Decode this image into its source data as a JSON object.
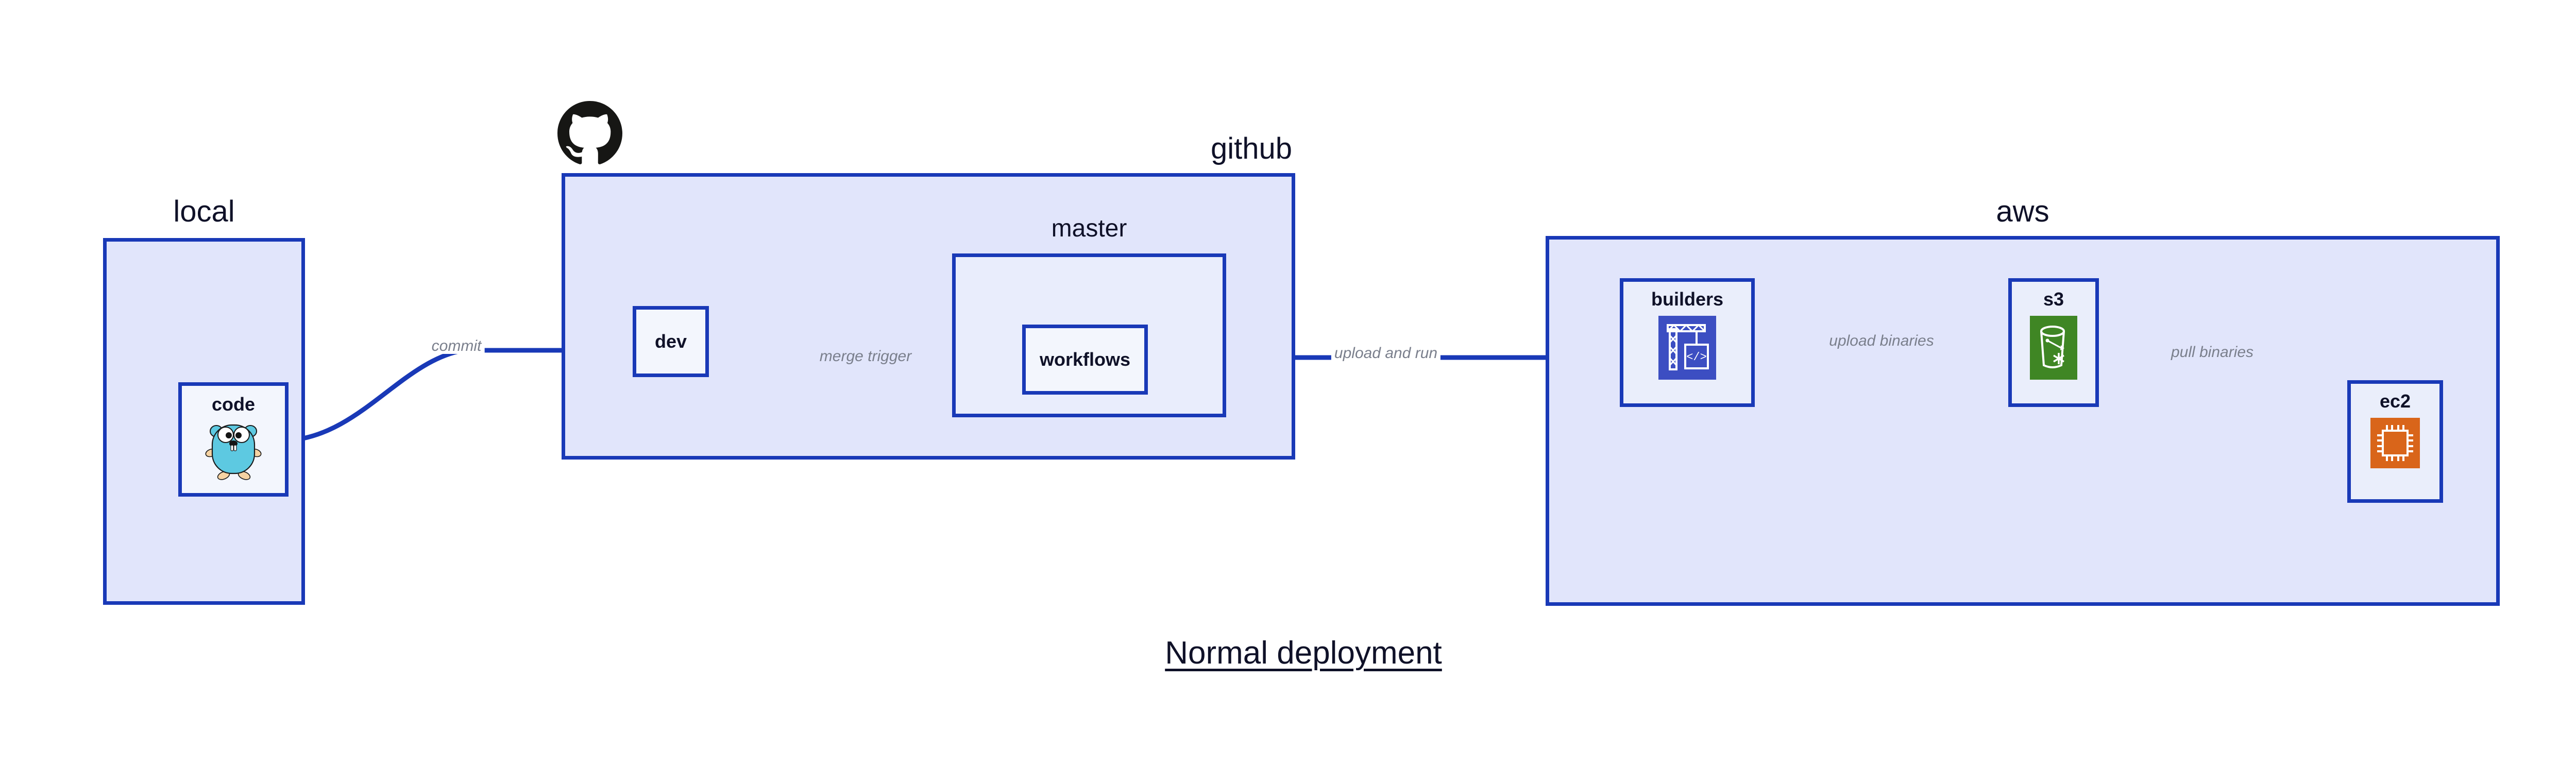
{
  "diagram": {
    "title": "Normal deployment",
    "background": "#ffffff",
    "palette": {
      "group_fill": "#e1e5fb",
      "group_border": "#1939b7",
      "node_fill": "#eaeefb",
      "node_border": "#1939b7",
      "edge_color": "#1939b7",
      "edge_label_color": "#7a7f8c",
      "text_color": "#0f1128",
      "codebuild_orange": "#3c4ec2",
      "s3_green": "#3f8624",
      "ec2_orange": "#d9651a",
      "gopher_teal": "#5dc9e1",
      "github_black": "#161614"
    },
    "groups": [
      {
        "id": "local",
        "label": "local",
        "label_align": "center"
      },
      {
        "id": "github",
        "label": "github",
        "label_align": "right",
        "logo": "github-octocat-logo"
      },
      {
        "id": "aws",
        "label": "aws",
        "label_align": "center"
      }
    ],
    "subgroups": [
      {
        "id": "master",
        "label": "master",
        "parent": "github"
      }
    ],
    "nodes": [
      {
        "id": "code",
        "label": "code",
        "group": "local",
        "icon": "go-gopher-icon"
      },
      {
        "id": "dev",
        "label": "dev",
        "group": "github",
        "icon": null
      },
      {
        "id": "workflows",
        "label": "workflows",
        "group": "master",
        "icon": null
      },
      {
        "id": "builders",
        "label": "builders",
        "group": "aws",
        "icon": "aws-codebuild-icon"
      },
      {
        "id": "s3",
        "label": "s3",
        "group": "aws",
        "icon": "aws-s3-bucket-icon"
      },
      {
        "id": "ec2",
        "label": "ec2",
        "group": "aws",
        "icon": "aws-ec2-chip-icon"
      }
    ],
    "edges": [
      {
        "id": "commit",
        "from": "code",
        "to": "dev",
        "label": "commit",
        "style": "curved"
      },
      {
        "id": "merge-trigger",
        "from": "dev",
        "to": "workflows",
        "label": "merge trigger",
        "style": "straight"
      },
      {
        "id": "upload-and-run",
        "from": "workflows",
        "to": "builders",
        "label": "upload and run",
        "style": "straight"
      },
      {
        "id": "upload-binaries",
        "from": "builders",
        "to": "s3",
        "label": "upload binaries",
        "style": "straight"
      },
      {
        "id": "pull-binaries",
        "from": "s3",
        "to": "ec2",
        "label": "pull binaries",
        "style": "curved"
      }
    ]
  }
}
